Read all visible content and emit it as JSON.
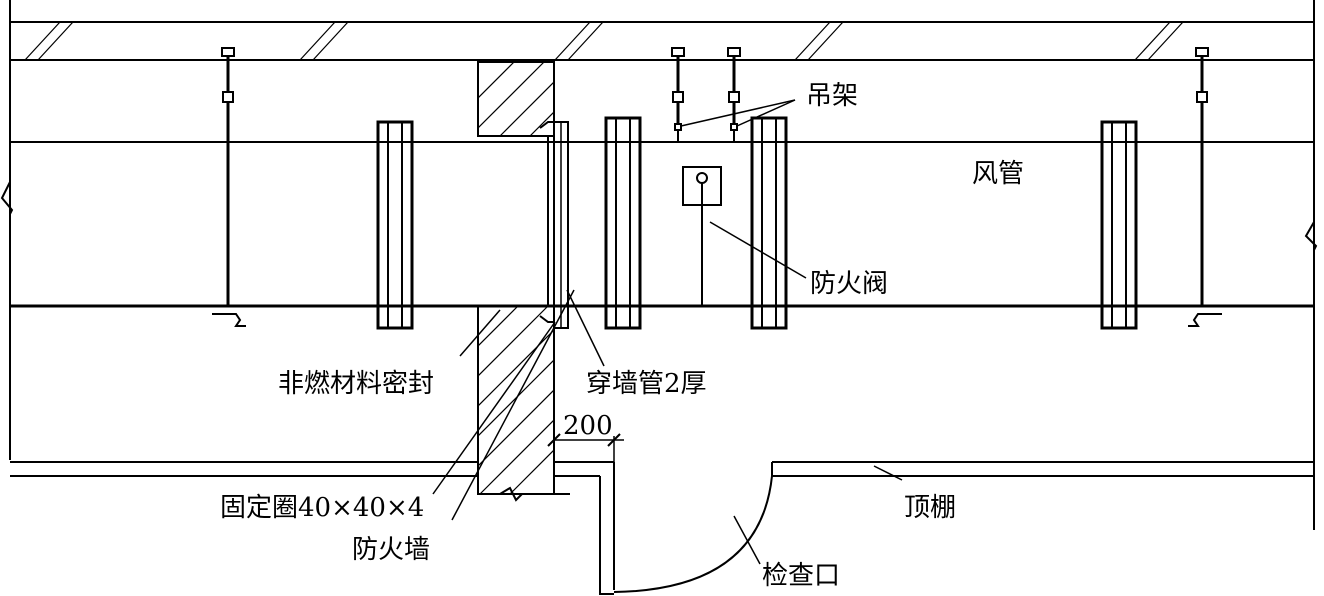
{
  "labels": {
    "hanger": "吊架",
    "duct": "风管",
    "fire_damper": "防火阀",
    "sealing": "非燃材料密封",
    "wall_sleeve": "穿墙管2厚",
    "dimension": "200",
    "fixing_ring": "固定圈40×40×4",
    "ceiling": "顶棚",
    "fire_wall": "防火墙",
    "access_opening": "检查口"
  }
}
